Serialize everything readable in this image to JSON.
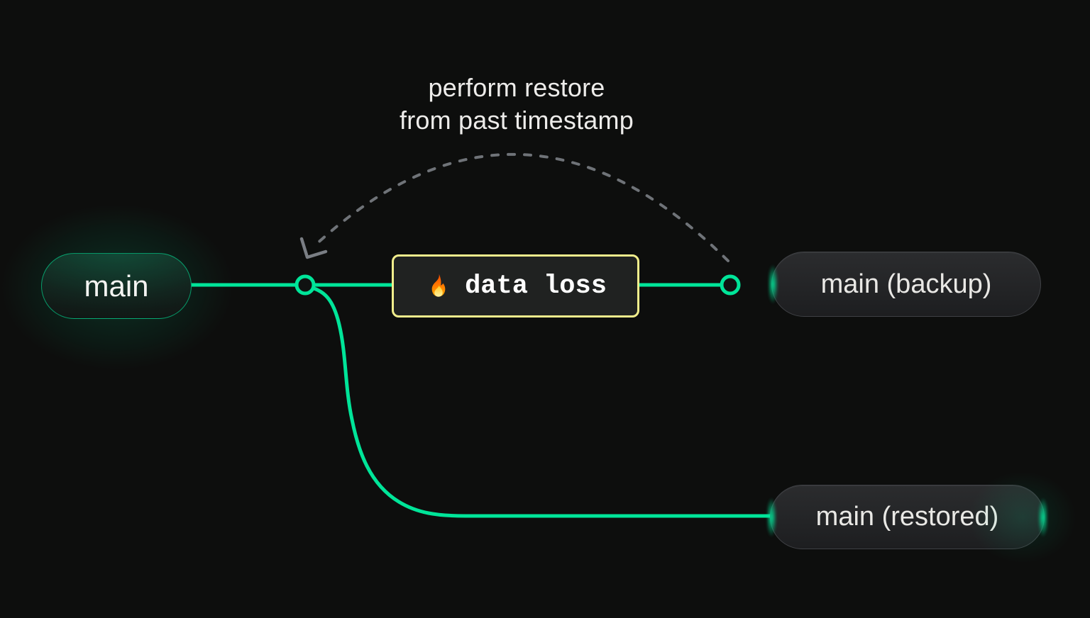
{
  "diagram": {
    "annotation": {
      "line1": "perform restore",
      "line2": "from past timestamp"
    },
    "nodes": [
      {
        "id": "main",
        "label": "main",
        "style": "green-glow-pill"
      },
      {
        "id": "main-backup",
        "label": "main (backup)",
        "style": "gray-pill"
      },
      {
        "id": "main-restored",
        "label": "main (restored)",
        "style": "gray-pill"
      }
    ],
    "event": {
      "label": "data loss",
      "icon": "flame-icon",
      "border_color": "#f2ee8c"
    },
    "edges": [
      {
        "from": "main",
        "to": "main-backup",
        "style": "solid-green",
        "passes_through": "data loss"
      },
      {
        "from": "main",
        "to": "main-restored",
        "style": "solid-green-curve"
      },
      {
        "from": "main-backup-point",
        "to": "main-branch-point",
        "style": "dashed-gray-arrow",
        "meaning": "perform restore from past timestamp"
      }
    ],
    "colors": {
      "background": "#0d0e0d",
      "branch_green": "#00e599",
      "warning_yellow": "#f2ee8c",
      "dashed_gray": "#74787e",
      "pill_border_gray": "#3f4145",
      "text_primary": "#edecea"
    }
  }
}
